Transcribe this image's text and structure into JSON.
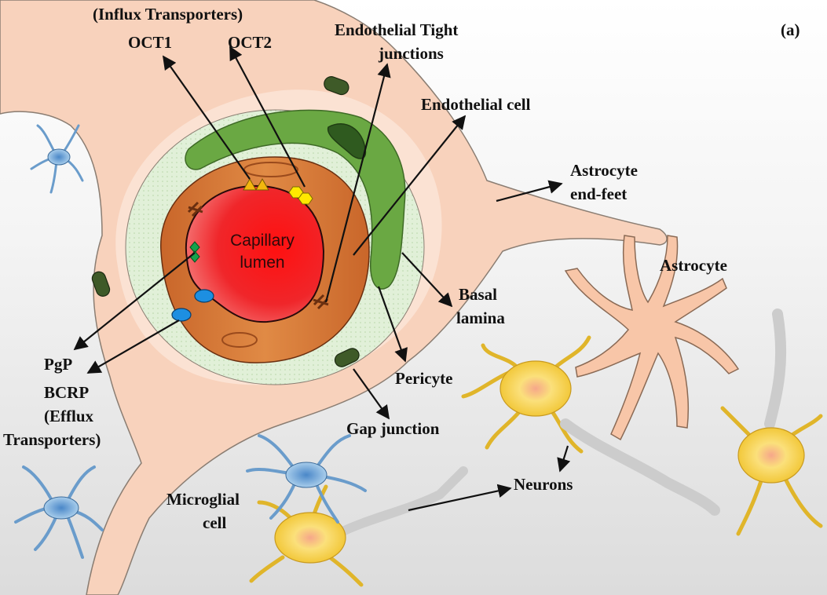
{
  "panel_label": "(a)",
  "labels": {
    "influx_transporters": "(Influx Transporters)",
    "oct1": "OCT1",
    "oct2": "OCT2",
    "tight_junctions_line1": "Endothelial Tight",
    "tight_junctions_line2": "junctions",
    "endothelial_cell": "Endothelial cell",
    "astrocyte_endfeet_line1": "Astrocyte",
    "astrocyte_endfeet_line2": "end-feet",
    "astrocyte": "Astrocyte",
    "basal_lamina_line1": "Basal",
    "basal_lamina_line2": "lamina",
    "pericyte": "Pericyte",
    "gap_junction": "Gap junction",
    "neurons": "Neurons",
    "microglial_line1": "Microglial",
    "microglial_line2": "cell",
    "pgp": "PgP",
    "bcrp_line1": "BCRP",
    "bcrp_line2": "(Efflux",
    "bcrp_line3": "Transporters)",
    "lumen_line1": "Capillary",
    "lumen_line2": "lumen"
  },
  "colors": {
    "astrocyte_body": "#f8d2bc",
    "astrocyte_outline": "#8a7d72",
    "basal_lamina": "#d9eccf",
    "pericyte": "#6aa843",
    "endothelium": "#d2752e",
    "lumen": "#f0262a",
    "influx_triangle": "#f3b70e",
    "oct2_hexagon": "#ffe800",
    "pgp_diamond": "#14a24b",
    "bcrp_oval": "#1d8fe1",
    "gap_junction": "#3e5a28",
    "microglia": "#7fb0dc",
    "neuron": "#f4cf4a"
  }
}
